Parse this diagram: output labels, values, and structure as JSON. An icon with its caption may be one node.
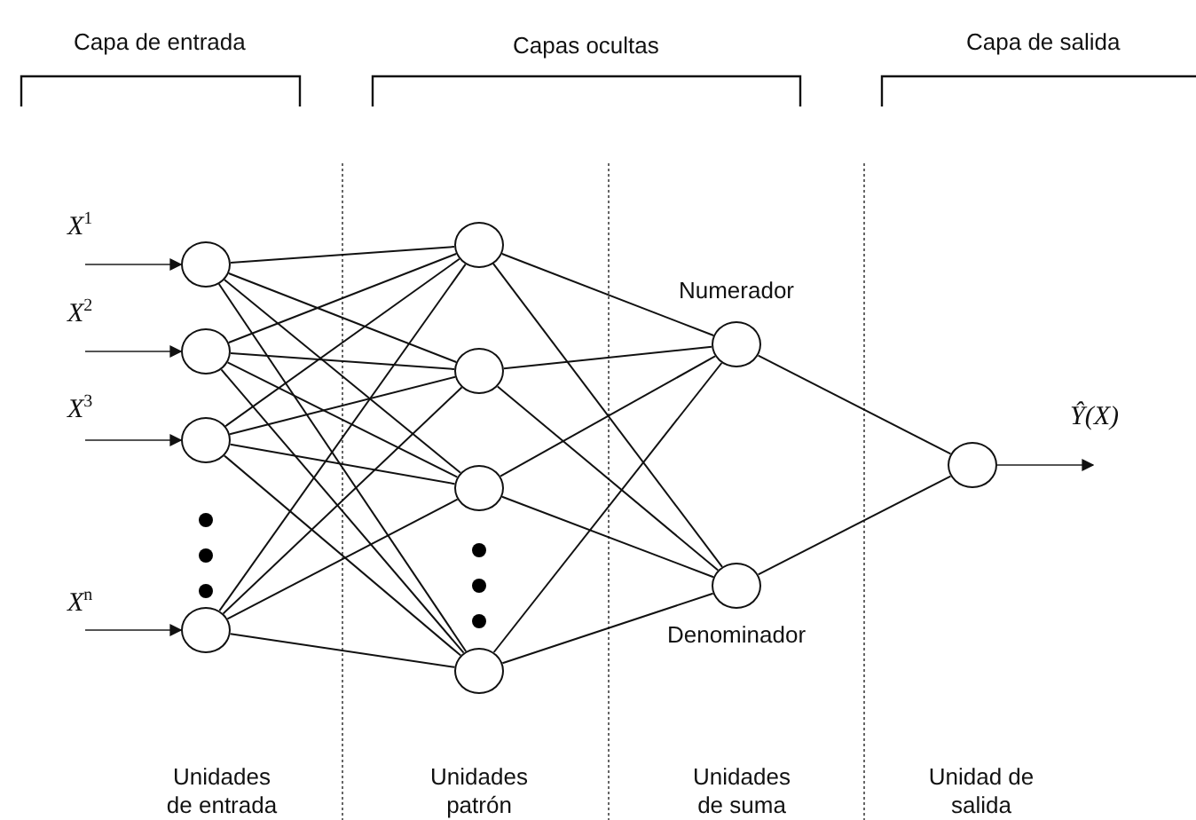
{
  "diagram": {
    "nodes": [
      {
        "text": [],
        "shape": "circle"
      },
      {
        "text": [],
        "shape": "circle"
      },
      {
        "text": [],
        "shape": "circle"
      },
      {
        "text": [],
        "shape": "circle"
      },
      {
        "text": [],
        "shape": "circle"
      },
      {
        "text": [],
        "shape": "circle"
      },
      {
        "text": [],
        "shape": "circle"
      },
      {
        "text": [],
        "shape": "circle"
      },
      {
        "text": [],
        "shape": "circle",
        "beside": [
          "Numerador"
        ]
      },
      {
        "text": [],
        "shape": "circle",
        "beside": [
          "Denominador"
        ]
      },
      {
        "text": [],
        "shape": "circle"
      },
      {
        "text": [
          "X$^{1}$"
        ]
      },
      {
        "text": [
          "X$^{2}$"
        ]
      },
      {
        "text": [
          "X$^{3}$"
        ]
      },
      {
        "text": [
          "X$^{n}$"
        ]
      },
      {
        "text": [
          "Ŷ(X)"
        ]
      }
    ],
    "edges": [
      {
        "from": 11,
        "to": 0,
        "arrow": "to"
      },
      {
        "from": 12,
        "to": 1,
        "arrow": "to"
      },
      {
        "from": 13,
        "to": 2,
        "arrow": "to"
      },
      {
        "from": 14,
        "to": 3,
        "arrow": "to"
      },
      {
        "from": 0,
        "to": 4,
        "arrow": "none"
      },
      {
        "from": 0,
        "to": 5,
        "arrow": "none"
      },
      {
        "from": 0,
        "to": 6,
        "arrow": "none"
      },
      {
        "from": 0,
        "to": 7,
        "arrow": "none"
      },
      {
        "from": 1,
        "to": 4,
        "arrow": "none"
      },
      {
        "from": 1,
        "to": 5,
        "arrow": "none"
      },
      {
        "from": 1,
        "to": 6,
        "arrow": "none"
      },
      {
        "from": 1,
        "to": 7,
        "arrow": "none"
      },
      {
        "from": 2,
        "to": 4,
        "arrow": "none"
      },
      {
        "from": 2,
        "to": 5,
        "arrow": "none"
      },
      {
        "from": 2,
        "to": 6,
        "arrow": "none"
      },
      {
        "from": 2,
        "to": 7,
        "arrow": "none"
      },
      {
        "from": 3,
        "to": 4,
        "arrow": "none"
      },
      {
        "from": 3,
        "to": 5,
        "arrow": "none"
      },
      {
        "from": 3,
        "to": 6,
        "arrow": "none"
      },
      {
        "from": 3,
        "to": 7,
        "arrow": "none"
      },
      {
        "from": 4,
        "to": 8,
        "arrow": "none"
      },
      {
        "from": 4,
        "to": 9,
        "arrow": "none"
      },
      {
        "from": 5,
        "to": 8,
        "arrow": "none"
      },
      {
        "from": 5,
        "to": 9,
        "arrow": "none"
      },
      {
        "from": 6,
        "to": 8,
        "arrow": "none"
      },
      {
        "from": 6,
        "to": 9,
        "arrow": "none"
      },
      {
        "from": 7,
        "to": 8,
        "arrow": "none"
      },
      {
        "from": 7,
        "to": 9,
        "arrow": "none"
      },
      {
        "from": 8,
        "to": 10,
        "arrow": "none"
      },
      {
        "from": 9,
        "to": 10,
        "arrow": "none"
      },
      {
        "from": 10,
        "to": 15,
        "arrow": "to"
      }
    ],
    "labels": [
      "Capa de entrada",
      "Capas ocultas",
      "Capa de salida",
      "Unidades de entrada",
      "Unidades patrón",
      "Unidades de suma",
      "Unidad de salida"
    ]
  }
}
